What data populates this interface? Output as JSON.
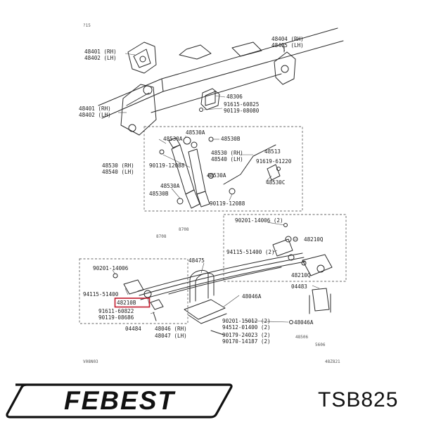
{
  "diagram": {
    "corner_mark_tl": "?15",
    "footer_left": "V08N03",
    "footer_right": "48Z821",
    "labels": {
      "l_48404": "48404 (RH)",
      "l_48405": "48405 (LH)",
      "l_48401_top": "48401 (RH)",
      "l_48402_top": "48402 (LH)",
      "l_48306": "48306",
      "l_91615": "91615-60825",
      "l_90119_a": "90119-08080",
      "l_48401_mid": "48401 (RH)",
      "l_48402_mid": "48402 (LH)",
      "l_48530a_1": "48530A",
      "l_48530a_2": "48530A",
      "l_48530b_1": "48530B",
      "l_48530_rh": "48530 (RH)",
      "l_48540_lh": "48540 (LH)",
      "l_48513": "48513",
      "l_91619": "91619-61220",
      "l_48530_left": "48530 (RH)",
      "l_48540_left": "48540 (LH)",
      "l_90119_12088": "90119-12088",
      "l_48530a_3": "48530A",
      "l_48530a_4": "48530A",
      "l_48530b_2": "48530B",
      "l_48530c": "48530C",
      "l_90119_12088b": "90119-12088",
      "l_8708a": "8708",
      "l_8708b": "8708",
      "l_90201_14006_r": "90201-14006 (2)",
      "l_48210q_1": "48210Q",
      "l_94115_r": "94115-51400 (2)",
      "l_48210q_2": "48210Q",
      "l_90201_14006_l": "90201-14006",
      "l_48475": "48475",
      "l_94115_l": "94115-51400",
      "l_48210b": "48210B",
      "l_91611": "91611-60822",
      "l_90119_08686": "90119-08686",
      "l_04484": "04484",
      "l_04483": "04483",
      "l_48046a_1": "48046A",
      "l_48046_rh": "48046 (RH)",
      "l_48047_lh": "48047 (LH)",
      "l_90201_15012": "90201-15012 (2)",
      "l_94512": "94512-01400 (2)",
      "l_90179": "90179-24023 (2)",
      "l_90170": "90170-14187 (2)",
      "l_48046a_2": "48046A",
      "l_48506": "48506",
      "l_5606": "5606"
    }
  },
  "brand": {
    "name": "FEBEST",
    "part_number": "TSB825",
    "color": "#111111"
  },
  "highlight": {
    "part": "48210B",
    "color": "#c0182a"
  }
}
